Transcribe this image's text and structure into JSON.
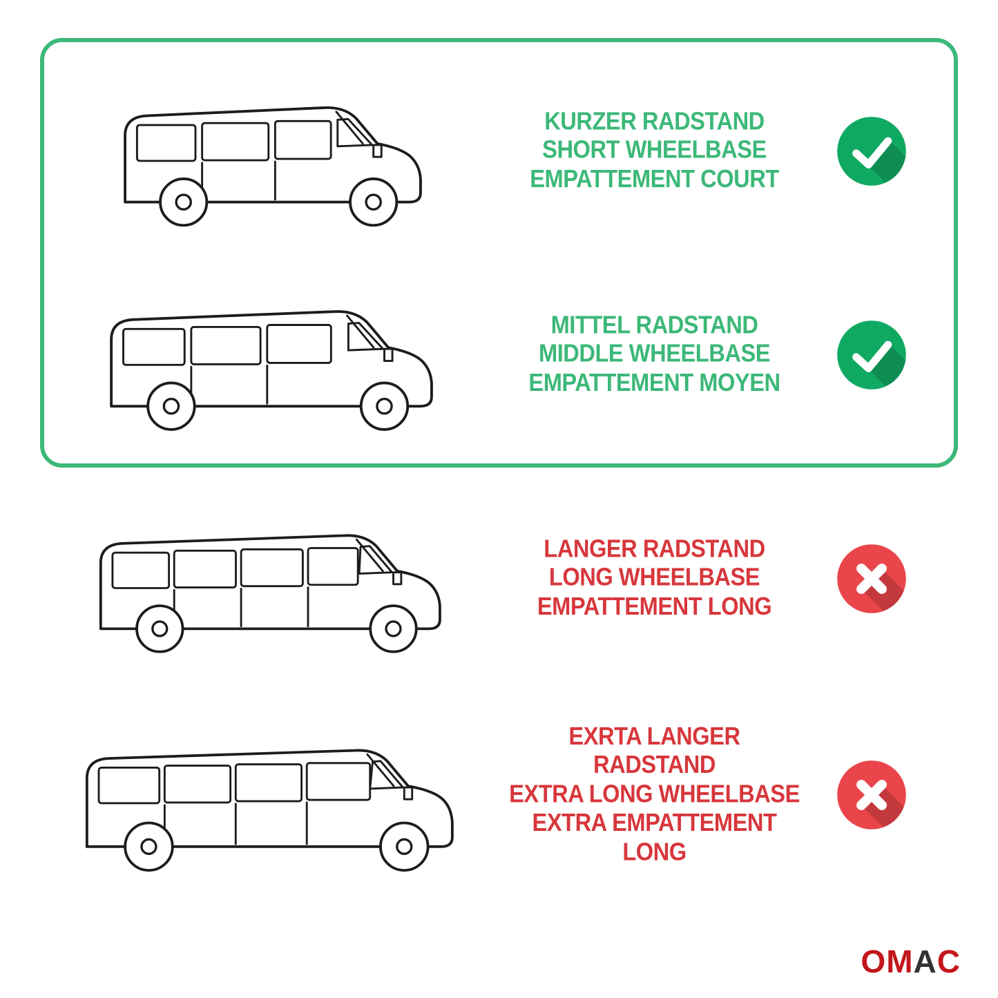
{
  "rows": [
    {
      "id": "short-wheelbase",
      "label_lines": [
        "KURZER RADSTAND",
        "SHORT WHEELBASE",
        "EMPATTEMENT COURT"
      ],
      "status": "compatible",
      "status_icon": "check-icon"
    },
    {
      "id": "middle-wheelbase",
      "label_lines": [
        "MITTEL RADSTAND",
        "MIDDLE WHEELBASE",
        "EMPATTEMENT MOYEN"
      ],
      "status": "compatible",
      "status_icon": "check-icon"
    },
    {
      "id": "long-wheelbase",
      "label_lines": [
        "LANGER RADSTAND",
        "LONG WHEELBASE",
        "EMPATTEMENT LONG"
      ],
      "status": "not-compatible",
      "status_icon": "x-icon"
    },
    {
      "id": "extra-long-wheelbase",
      "label_lines": [
        "EXRTA LANGER RADSTAND",
        "EXTRA LONG WHEELBASE",
        "EXTRA EMPATTEMENT LONG"
      ],
      "status": "not-compatible",
      "status_icon": "x-icon"
    }
  ],
  "colors": {
    "green_text": "#3cb878",
    "box_border": "#3cb878",
    "check_bg": "#10a962",
    "red_text": "#d7373c",
    "x_bg": "#e9454a",
    "glyph_white": "#ffffff",
    "van_outline": "#1c1c1c",
    "logo_red": "#c3161c",
    "logo_dark": "#333333"
  },
  "logo": {
    "name": "OMAC",
    "om": "OM",
    "a": "A",
    "c": "C"
  }
}
